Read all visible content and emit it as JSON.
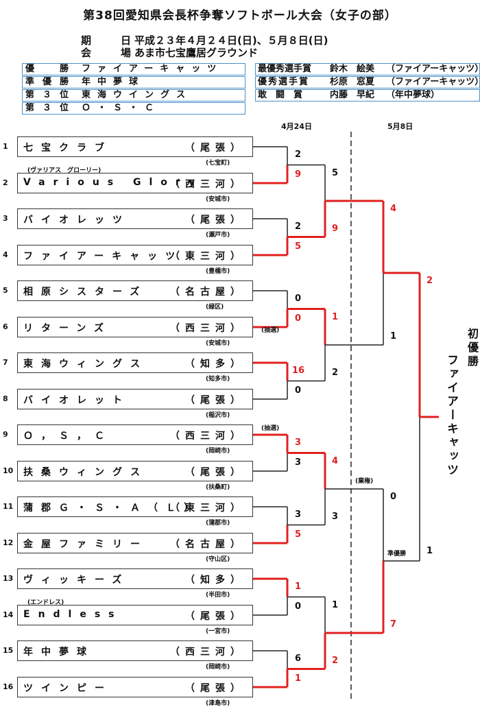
{
  "header": {
    "title": "第38回愛知県会長杯争奪ソフトボール大会（女子の部）",
    "date_label": "期　日",
    "date_value": "平成２３年４月２４日(日)、５月８日(日)",
    "venue_label": "会　場",
    "venue_value": "あま市七宝鷹居グラウンド"
  },
  "awards_left": [
    {
      "label": "優　勝",
      "value": "ファイアーキャッツ"
    },
    {
      "label": "準優勝",
      "value": "年中夢球"
    },
    {
      "label": "第３位",
      "value": "東海ウイングス"
    },
    {
      "label": "第３位",
      "value": "Ｏ・Ｓ・Ｃ"
    }
  ],
  "awards_right": [
    {
      "label": "最優秀選手賞",
      "name": "鈴木　絵美",
      "team": "（ファイアーキャッツ）"
    },
    {
      "label": "優秀選手賞",
      "name": "杉原　窓夏",
      "team": "（ファイアーキャッツ）"
    },
    {
      "label": "敢　闘　賞",
      "name": "内藤　早紀",
      "team": "（年中夢球）"
    }
  ],
  "dates": {
    "round1": "4月24日",
    "round2": "5月8日"
  },
  "teams": [
    {
      "no": "1",
      "name": "七宝クラブ",
      "region": "（尾張）",
      "city": "(七宝町)",
      "reading": ""
    },
    {
      "no": "2",
      "name": "Various Glory",
      "region": "（西三河）",
      "city": "(安城市)",
      "reading": "(ヴァリアス　グローリー)"
    },
    {
      "no": "3",
      "name": "バイオレッツ",
      "region": "（尾張）",
      "city": "(瀬戸市)",
      "reading": ""
    },
    {
      "no": "4",
      "name": "ファイアーキャッツ",
      "region": "（東三河）",
      "city": "(豊橋市)",
      "reading": ""
    },
    {
      "no": "5",
      "name": "相原シスターズ",
      "region": "（名古屋）",
      "city": "(緑区)",
      "reading": ""
    },
    {
      "no": "6",
      "name": "リターンズ",
      "region": "（西三河）",
      "city": "(安城市)",
      "reading": ""
    },
    {
      "no": "7",
      "name": "東海ウィングス",
      "region": "（知多）",
      "city": "(知多市)",
      "reading": ""
    },
    {
      "no": "8",
      "name": "バイオレット",
      "region": "（尾張）",
      "city": "(稲沢市)",
      "reading": ""
    },
    {
      "no": "9",
      "name": "Ｏ，Ｓ，Ｃ",
      "region": "（西三河）",
      "city": "(岡崎市)",
      "reading": ""
    },
    {
      "no": "10",
      "name": "扶桑ウィングス",
      "region": "（尾張）",
      "city": "(扶桑町)",
      "reading": ""
    },
    {
      "no": "11",
      "name": "蒲郡Ｇ・Ｓ・Ａ（Ｌ）",
      "region": "（東三河）",
      "city": "(蒲郡市)",
      "reading": ""
    },
    {
      "no": "12",
      "name": "金屋ファミリー",
      "region": "（名古屋）",
      "city": "(守山区)",
      "reading": ""
    },
    {
      "no": "13",
      "name": "ヴィッキーズ",
      "region": "（知多）",
      "city": "(半田市)",
      "reading": ""
    },
    {
      "no": "14",
      "name": "Endless",
      "region": "（尾張）",
      "city": "(一宮市)",
      "reading": "(エンドレス)"
    },
    {
      "no": "15",
      "name": "年中夢球",
      "region": "（西三河）",
      "city": "(岡崎市)",
      "reading": ""
    },
    {
      "no": "16",
      "name": "ツインピー",
      "region": "（尾張）",
      "city": "(津島市)",
      "reading": ""
    }
  ],
  "scores": {
    "r1": [
      "2",
      "9",
      "2",
      "5",
      "0",
      "0",
      "16",
      "0",
      "3",
      "3",
      "3",
      "5",
      "1",
      "0",
      "6",
      "1"
    ],
    "r2": [
      "5",
      "9",
      "1",
      "2",
      "4",
      "3",
      "1",
      "2"
    ],
    "r3": [
      "4",
      "1",
      "0",
      "7"
    ],
    "final": [
      "2",
      "1"
    ]
  },
  "notes": {
    "lottery1": "(抽選)",
    "lottery2": "(抽選)",
    "forfeit": "(棄権)",
    "runner_up": "準優勝"
  },
  "champion": {
    "label": "初優勝",
    "team": "ファイアーキャッツ"
  },
  "colors": {
    "winner": "#e02020",
    "line": "#222222",
    "award_border": "#4a90c8"
  }
}
